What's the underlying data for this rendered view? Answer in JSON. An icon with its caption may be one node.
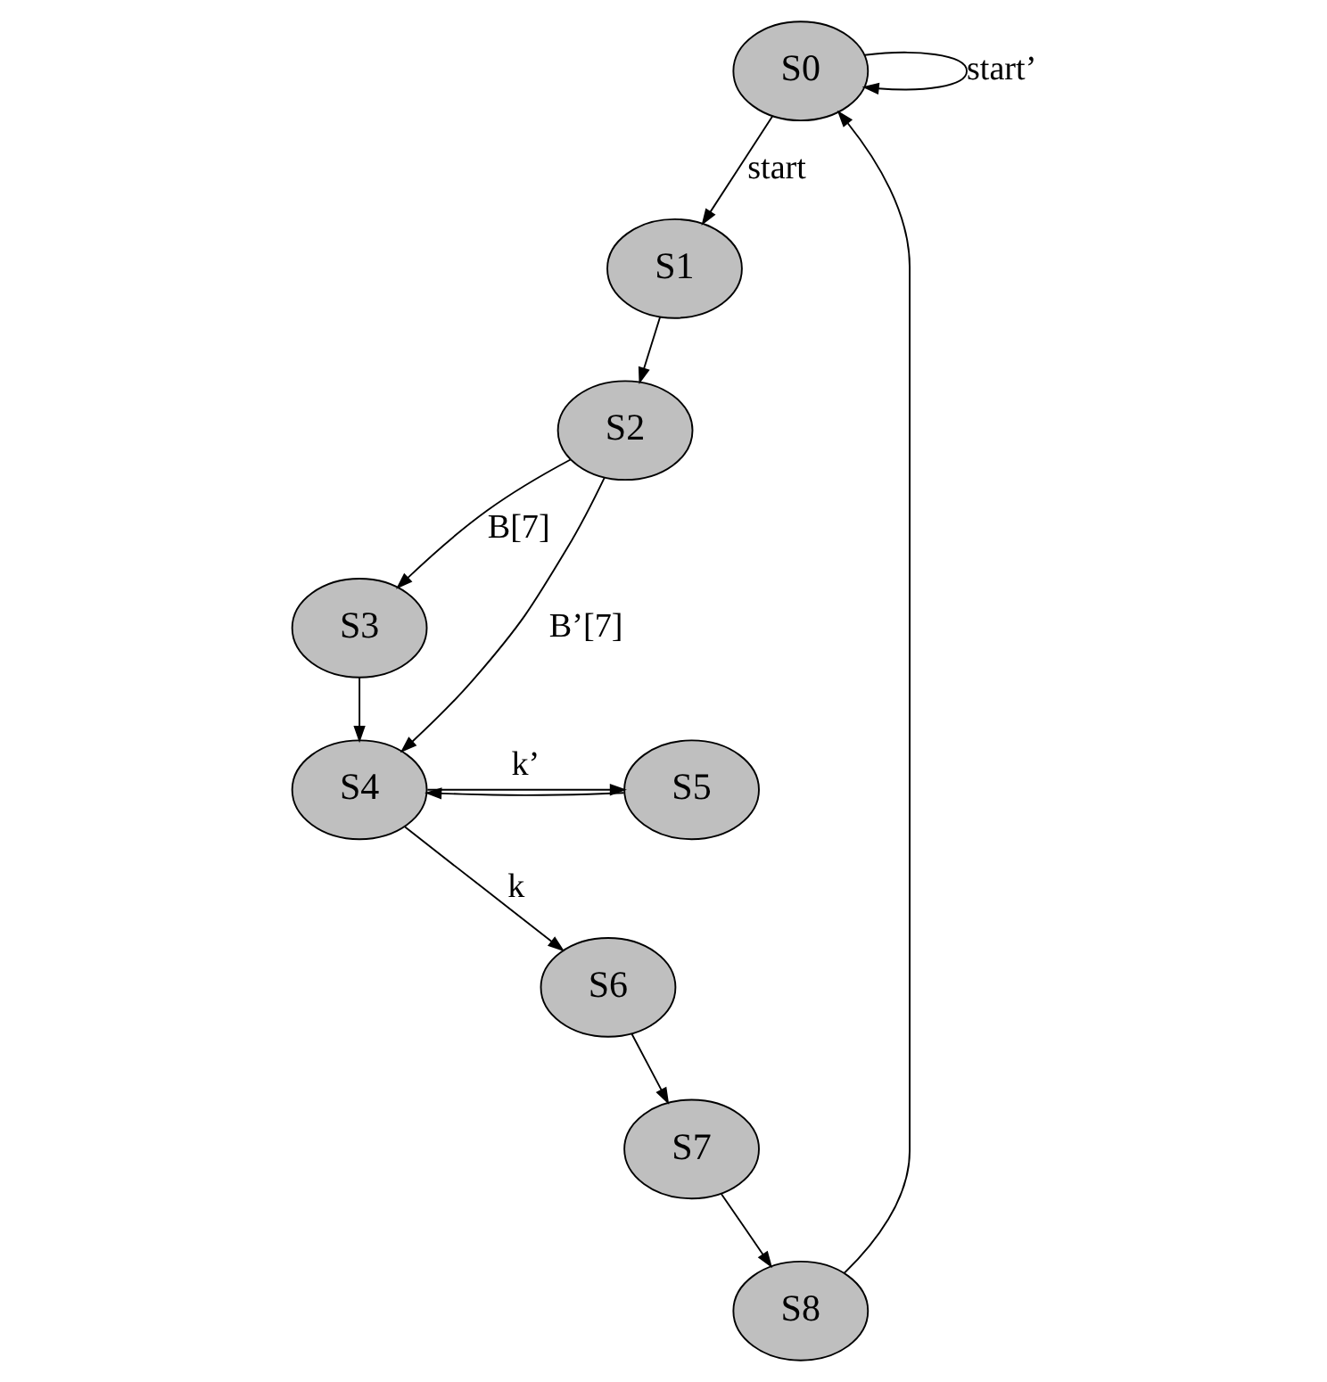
{
  "diagram": {
    "nodes": [
      {
        "text": [
          "S0"
        ]
      },
      {
        "text": [
          "S1"
        ]
      },
      {
        "text": [
          "S2"
        ]
      },
      {
        "text": [
          "S3"
        ]
      },
      {
        "text": [
          "S4"
        ]
      },
      {
        "text": [
          "S5"
        ]
      },
      {
        "text": [
          "S6"
        ]
      },
      {
        "text": [
          "S7"
        ]
      },
      {
        "text": [
          "S8"
        ]
      }
    ],
    "edges": [
      {
        "from": 0,
        "to": 0,
        "arrow": "to",
        "label": "start’"
      },
      {
        "from": 0,
        "to": 1,
        "arrow": "to",
        "label": "start"
      },
      {
        "from": 1,
        "to": 2,
        "arrow": "to"
      },
      {
        "from": 2,
        "to": 3,
        "arrow": "to",
        "label": "B[7]"
      },
      {
        "from": 2,
        "to": 4,
        "arrow": "to",
        "label": "B’[7]"
      },
      {
        "from": 3,
        "to": 4,
        "arrow": "to"
      },
      {
        "from": 4,
        "to": 6,
        "arrow": "to",
        "label": "k"
      },
      {
        "from": 4,
        "to": 5,
        "arrow": "to",
        "label": "k’"
      },
      {
        "from": 5,
        "to": 4,
        "arrow": "to"
      },
      {
        "from": 6,
        "to": 7,
        "arrow": "to"
      },
      {
        "from": 7,
        "to": 8,
        "arrow": "to"
      },
      {
        "from": 8,
        "to": 0,
        "arrow": "to"
      }
    ]
  }
}
